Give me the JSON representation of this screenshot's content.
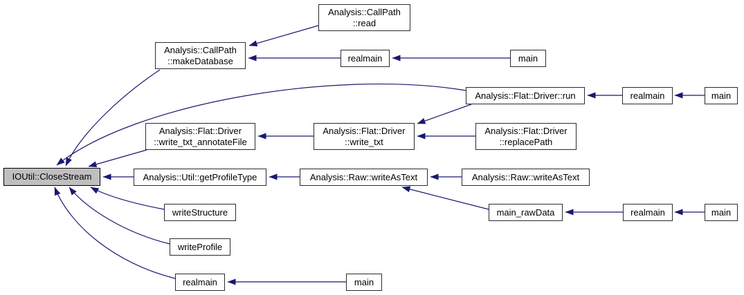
{
  "diagram": {
    "kind": "doxygen-caller-graph",
    "focus_function": "IOUtil::CloseStream",
    "colors": {
      "edge": "#191970",
      "node_fill": "#ffffff",
      "node_border": "#2b2b2b",
      "focus_fill": "#bfbfbf",
      "background": "#ffffff",
      "text": "#000000"
    },
    "nodes": [
      {
        "id": "closestream",
        "label": "IOUtil::CloseStream",
        "highlighted": true
      },
      {
        "id": "makedatabase",
        "label": "Analysis::CallPath\n::makeDatabase",
        "highlighted": false
      },
      {
        "id": "read",
        "label": "Analysis::CallPath\n::read",
        "highlighted": false
      },
      {
        "id": "realmain-top",
        "label": "realmain",
        "highlighted": false
      },
      {
        "id": "main-top",
        "label": "main",
        "highlighted": false
      },
      {
        "id": "run",
        "label": "Analysis::Flat::Driver::run",
        "highlighted": false
      },
      {
        "id": "realmain-run",
        "label": "realmain",
        "highlighted": false
      },
      {
        "id": "main-run",
        "label": "main",
        "highlighted": false
      },
      {
        "id": "annotatefile",
        "label": "Analysis::Flat::Driver\n::write_txt_annotateFile",
        "highlighted": false
      },
      {
        "id": "writetxt",
        "label": "Analysis::Flat::Driver\n::write_txt",
        "highlighted": false
      },
      {
        "id": "replacepath",
        "label": "Analysis::Flat::Driver\n::replacePath",
        "highlighted": false
      },
      {
        "id": "getprofiletype",
        "label": "Analysis::Util::getProfileType",
        "highlighted": false
      },
      {
        "id": "writeastext-1",
        "label": "Analysis::Raw::writeAsText",
        "highlighted": false
      },
      {
        "id": "writeastext-2",
        "label": "Analysis::Raw::writeAsText",
        "highlighted": false
      },
      {
        "id": "main-rawdata",
        "label": "main_rawData",
        "highlighted": false
      },
      {
        "id": "realmain-raw",
        "label": "realmain",
        "highlighted": false
      },
      {
        "id": "main-raw",
        "label": "main",
        "highlighted": false
      },
      {
        "id": "writestructure",
        "label": "writeStructure",
        "highlighted": false
      },
      {
        "id": "writeprofile",
        "label": "writeProfile",
        "highlighted": false
      },
      {
        "id": "realmain-bottom",
        "label": "realmain",
        "highlighted": false
      },
      {
        "id": "main-bottom",
        "label": "main",
        "highlighted": false
      }
    ],
    "edges": [
      {
        "caller": "Analysis::CallPath::read",
        "callee": "Analysis::CallPath::makeDatabase"
      },
      {
        "caller": "realmain",
        "callee": "Analysis::CallPath::makeDatabase"
      },
      {
        "caller": "main",
        "callee": "realmain"
      },
      {
        "caller": "Analysis::CallPath::makeDatabase",
        "callee": "IOUtil::CloseStream"
      },
      {
        "caller": "Analysis::Flat::Driver::run",
        "callee": "IOUtil::CloseStream"
      },
      {
        "caller": "Analysis::Flat::Driver::write_txt_annotateFile",
        "callee": "IOUtil::CloseStream"
      },
      {
        "caller": "Analysis::Util::getProfileType",
        "callee": "IOUtil::CloseStream"
      },
      {
        "caller": "writeStructure",
        "callee": "IOUtil::CloseStream"
      },
      {
        "caller": "writeProfile",
        "callee": "IOUtil::CloseStream"
      },
      {
        "caller": "realmain",
        "callee": "IOUtil::CloseStream"
      },
      {
        "caller": "main",
        "callee": "realmain"
      },
      {
        "caller": "realmain",
        "callee": "Analysis::Flat::Driver::run"
      },
      {
        "caller": "main",
        "callee": "realmain"
      },
      {
        "caller": "Analysis::Flat::Driver::run",
        "callee": "Analysis::Flat::Driver::write_txt"
      },
      {
        "caller": "Analysis::Flat::Driver::replacePath",
        "callee": "Analysis::Flat::Driver::write_txt"
      },
      {
        "caller": "Analysis::Flat::Driver::write_txt",
        "callee": "Analysis::Flat::Driver::write_txt_annotateFile"
      },
      {
        "caller": "Analysis::Raw::writeAsText",
        "callee": "Analysis::Util::getProfileType"
      },
      {
        "caller": "Analysis::Raw::writeAsText",
        "callee": "Analysis::Raw::writeAsText"
      },
      {
        "caller": "main_rawData",
        "callee": "Analysis::Raw::writeAsText"
      },
      {
        "caller": "realmain",
        "callee": "main_rawData"
      },
      {
        "caller": "main",
        "callee": "realmain"
      }
    ]
  }
}
